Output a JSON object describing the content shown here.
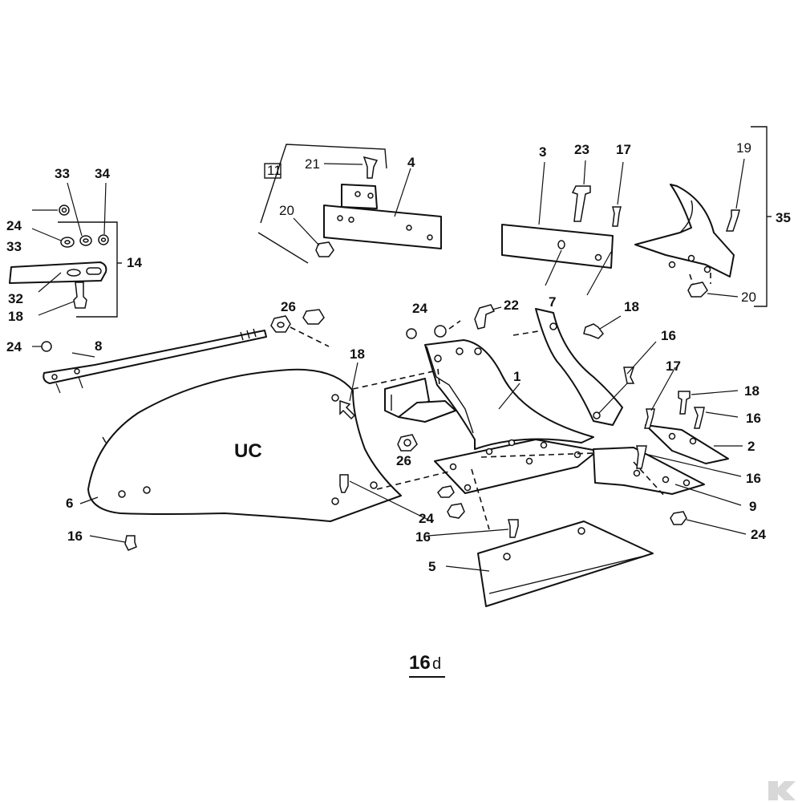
{
  "figure": {
    "number": "16",
    "suffix": "d"
  },
  "plate_text": "UC",
  "callouts": {
    "c1": "1",
    "c2": "2",
    "c3": "3",
    "c4": "4",
    "c5": "5",
    "c6": "6",
    "c7": "7",
    "c8": "8",
    "c9": "9",
    "c11": "11",
    "c14": "14",
    "c35": "35",
    "c16a": "16",
    "c16b": "16",
    "c16c": "16",
    "c16d": "16",
    "c16e": "16",
    "c17a": "17",
    "c17b": "17",
    "c18a": "18",
    "c18b": "18",
    "c18c": "18",
    "c18d": "18",
    "c19": "19",
    "c20a": "20",
    "c20b": "20",
    "c21": "21",
    "c22": "22",
    "c23": "23",
    "c24a": "24",
    "c24b": "24",
    "c24c": "24",
    "c24d": "24",
    "c24e": "24",
    "c26a": "26",
    "c26b": "26",
    "c32": "32",
    "c33a": "33",
    "c33b": "33",
    "c34": "34"
  },
  "colors": {
    "ink": "#111111",
    "paper": "#ffffff",
    "logo": "#d8d8d8"
  },
  "icons": {
    "corner_logo": "brand-logo-icon"
  }
}
